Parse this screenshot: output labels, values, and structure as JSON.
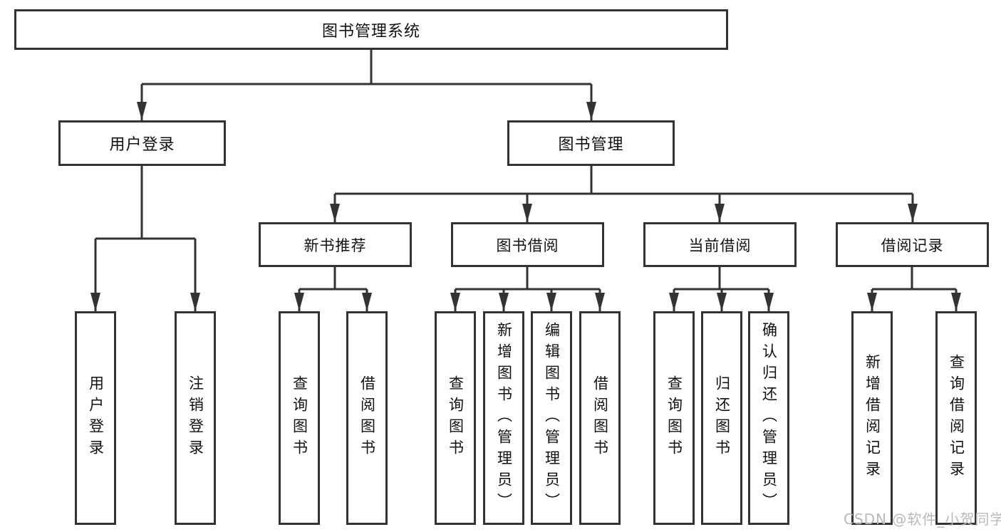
{
  "diagram_title": "图书管理系统",
  "tree": {
    "label": "图书管理系统",
    "children": [
      {
        "label": "用户登录",
        "children": [
          {
            "label": "用户登录"
          },
          {
            "label": "注销登录"
          }
        ]
      },
      {
        "label": "图书管理",
        "children": [
          {
            "label": "新书推荐",
            "children": [
              {
                "label": "查询图书"
              },
              {
                "label": "借阅图书"
              }
            ]
          },
          {
            "label": "图书借阅",
            "children": [
              {
                "label": "查询图书"
              },
              {
                "label": "新增图书（管理员）"
              },
              {
                "label": "编辑图书（管理员）"
              },
              {
                "label": "借阅图书"
              }
            ]
          },
          {
            "label": "当前借阅",
            "children": [
              {
                "label": "查询图书"
              },
              {
                "label": "归还图书"
              },
              {
                "label": "确认归还（管理员）"
              }
            ]
          },
          {
            "label": "借阅记录",
            "children": [
              {
                "label": "新增借阅记录"
              },
              {
                "label": "查询借阅记录"
              }
            ]
          }
        ]
      }
    ]
  },
  "watermark": "CSDN @软件_小贺同学",
  "colors": {
    "line": "#333333",
    "box_border": "#333333",
    "box_fill": "#ffffff",
    "text": "#111111",
    "watermark": "#b9b9b9",
    "background": "#ffffff"
  }
}
